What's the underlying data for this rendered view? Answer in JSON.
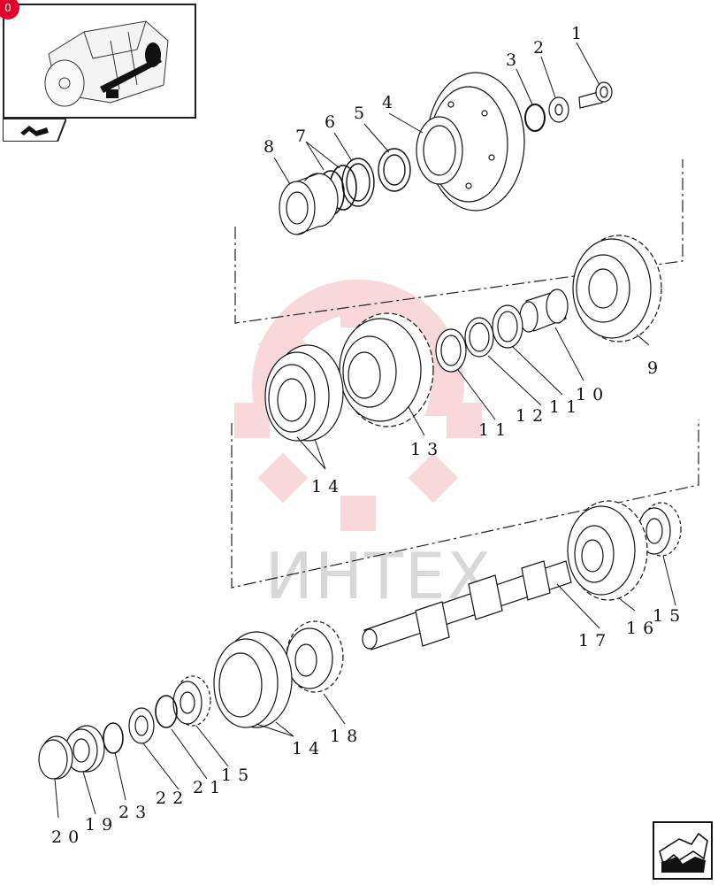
{
  "badge": "0",
  "watermark": {
    "text": "ИНТЕХ"
  },
  "labels": [
    {
      "id": "1",
      "text": "1"
    },
    {
      "id": "2",
      "text": "2"
    },
    {
      "id": "3",
      "text": "3"
    },
    {
      "id": "4",
      "text": "4"
    },
    {
      "id": "5",
      "text": "5"
    },
    {
      "id": "6",
      "text": "6"
    },
    {
      "id": "7",
      "text": "7"
    },
    {
      "id": "8",
      "text": "8"
    },
    {
      "id": "9",
      "text": "9"
    },
    {
      "id": "10",
      "text": "10"
    },
    {
      "id": "11a",
      "text": "11"
    },
    {
      "id": "11b",
      "text": "11"
    },
    {
      "id": "12",
      "text": "12"
    },
    {
      "id": "13",
      "text": "13"
    },
    {
      "id": "14a",
      "text": "14"
    },
    {
      "id": "15a",
      "text": "15"
    },
    {
      "id": "16",
      "text": "16"
    },
    {
      "id": "17",
      "text": "17"
    },
    {
      "id": "14b",
      "text": "14"
    },
    {
      "id": "18",
      "text": "18"
    },
    {
      "id": "15b",
      "text": "15"
    },
    {
      "id": "21",
      "text": "21"
    },
    {
      "id": "22",
      "text": "22"
    },
    {
      "id": "23",
      "text": "23"
    },
    {
      "id": "19",
      "text": "19"
    },
    {
      "id": "20",
      "text": "20"
    }
  ],
  "icons": {
    "thumbnail": "transmission-overview-icon",
    "back": "back-arrow-icon",
    "next": "next-page-arrow-icon"
  },
  "colors": {
    "watermark": "#f3b9b9",
    "badge": "#e0002b"
  }
}
